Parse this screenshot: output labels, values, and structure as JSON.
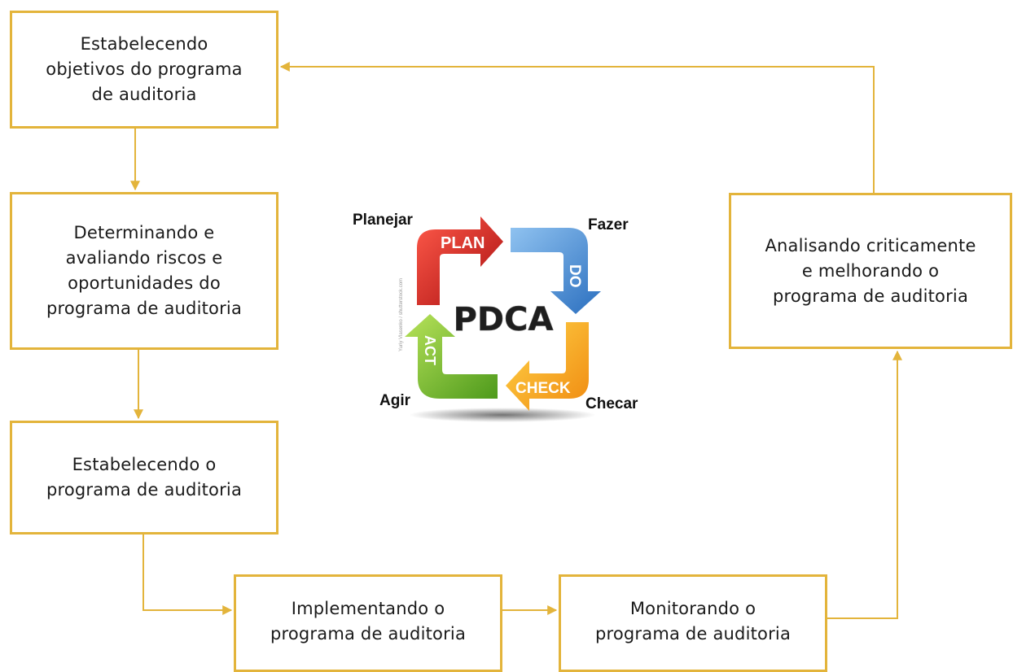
{
  "boxes": {
    "set_objectives": "Estabelecendo\nobjetivos do programa\nde auditoria",
    "risks": "Determinando e\navaliando riscos e\noportunidades do\nprograma de auditoria",
    "establish": "Estabelecendo o\nprograma de auditoria",
    "implement": "Implementando o\nprograma de auditoria",
    "monitor": "Monitorando o\nprograma de auditoria",
    "review": "Analisando criticamente\ne melhorando o\nprograma de auditoria"
  },
  "pdca": {
    "center": "PDCA",
    "plan_tag": "PLAN",
    "do_tag": "DO",
    "check_tag": "CHECK",
    "act_tag": "ACT",
    "plan_label": "Planejar",
    "do_label": "Fazer",
    "check_label": "Checar",
    "act_label": "Agir",
    "credit": "Yuriy Vlasenko / shutterstock.com"
  },
  "colors": {
    "border": "#e3b43b",
    "plan": "#d42020",
    "do": "#4a8fd6",
    "check": "#f5a614",
    "act": "#78b82a"
  }
}
